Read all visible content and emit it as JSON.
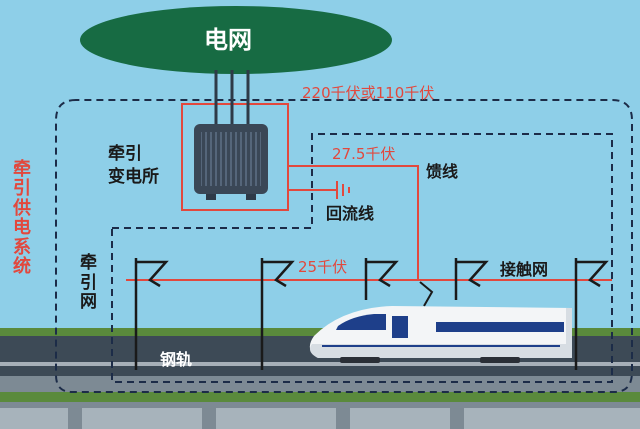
{
  "grid": "电网",
  "voltages": {
    "high": "220千伏或110千伏",
    "feeder": "27.5千伏",
    "catenary": "25千伏"
  },
  "labels": {
    "substation": "牵引\n变电所",
    "feeder_line": "馈线",
    "return_line": "回流线",
    "catenary": "接触网",
    "traction_network": "牵\n引\n网",
    "rail": "钢轨",
    "system": "牵\n引\n供\n电\n系\n统"
  },
  "colors": {
    "sky": "#8ecfe8",
    "ground": "#5a8a3c",
    "grid_ellipse": "#176b43",
    "power_line": "#e2483d",
    "dashed_box": "#1c2c48",
    "transformer": "#3a4756",
    "train_body": "#f3f5f7",
    "train_window": "#1e3f8a"
  }
}
